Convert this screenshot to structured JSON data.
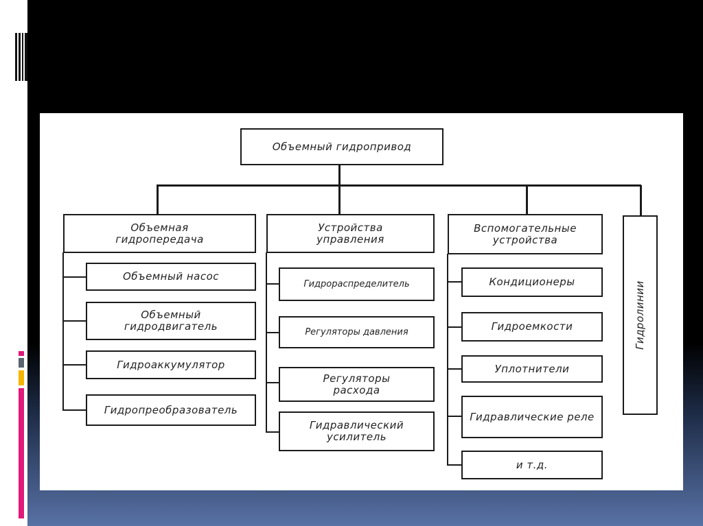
{
  "diagram": {
    "root": "Объемный гидропривод",
    "columns": [
      {
        "header": "Объемная гидропередача",
        "items": [
          "Объемный насос",
          "Объемный гидродвигатель",
          "Гидроаккумулятор",
          "Гидропреобразователь"
        ]
      },
      {
        "header": "Устройства управления",
        "items": [
          "Гидрораспределитель",
          "Регуляторы давления",
          "Регуляторы расхода",
          "Гидравлический усилитель"
        ]
      },
      {
        "header": "Вспомогательные устройства",
        "items": [
          "Кондиционеры",
          "Гидроемкости",
          "Уплотнители",
          "Гидравлические реле",
          "и т.д."
        ]
      },
      {
        "header": "Гидролинии"
      }
    ]
  },
  "colors": {
    "accent_pink": "#e0197a",
    "accent_gray": "#5a6470",
    "accent_yellow": "#f5b400"
  }
}
